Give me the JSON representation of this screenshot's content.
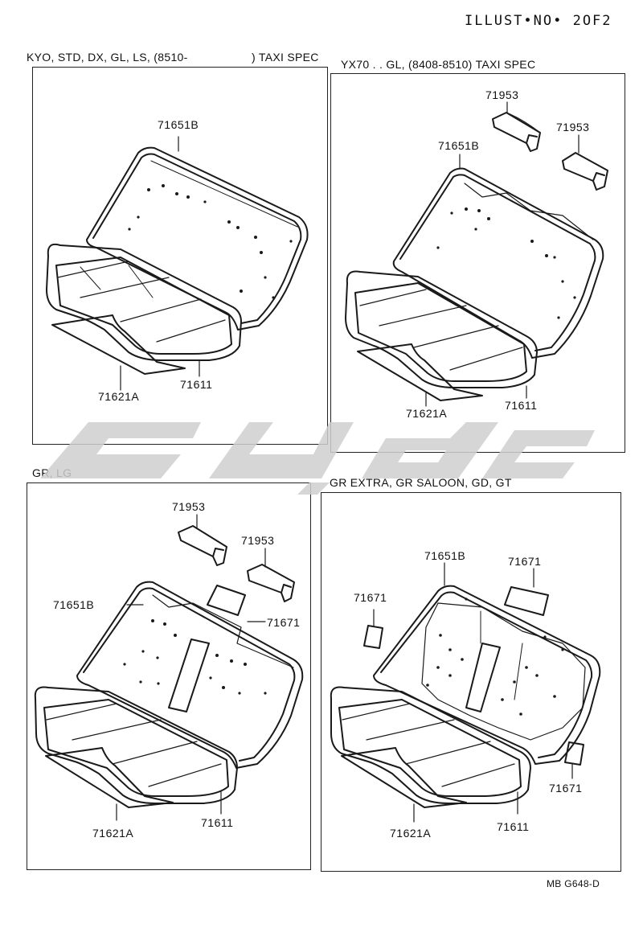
{
  "header": {
    "title": "ILLUST•NO• 2OF2"
  },
  "panels": [
    {
      "heading": "KYO, STD, DX, GL, LS, (8510-",
      "heading_suffix": ") TAXI SPEC",
      "labels": {
        "back": "71651B",
        "cushion": "71611",
        "board": "71621A"
      }
    },
    {
      "heading": "YX70 . . GL, (8408-8510) TAXI SPEC",
      "labels": {
        "back": "71651B",
        "cushion": "71611",
        "board": "71621A",
        "rest1": "71953",
        "rest2": "71953"
      }
    },
    {
      "heading": "GR, LG",
      "labels": {
        "back": "71651B",
        "cushion": "71611",
        "board": "71621A",
        "rest1": "71953",
        "rest2": "71953",
        "pad": "71671"
      }
    },
    {
      "heading": "GR EXTRA, GR SALOON, GD, GT",
      "labels": {
        "back": "71651B",
        "cushion": "71611",
        "board": "71621A",
        "pad1": "71671",
        "pad2": "71671",
        "pad3": "71671"
      }
    }
  ],
  "footer": {
    "code": "MB G648-D"
  },
  "colors": {
    "line": "#1a1a1a",
    "watermark": "#d0d0d0"
  }
}
